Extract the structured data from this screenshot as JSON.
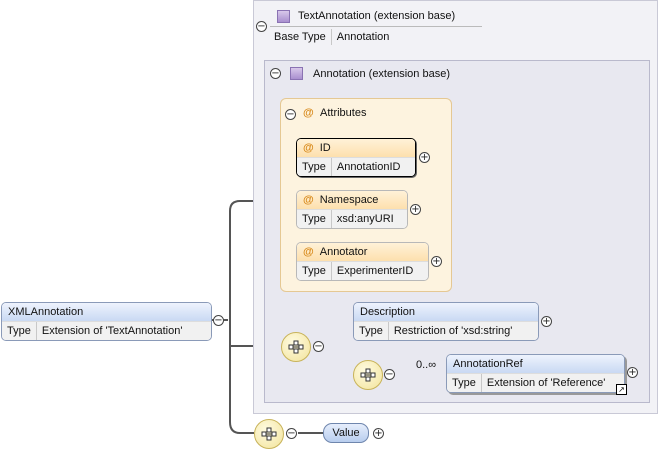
{
  "text_annotation": {
    "title": "TextAnnotation (extension base)",
    "base_type_label": "Base Type",
    "base_type_value": "Annotation"
  },
  "annotation": {
    "title": "Annotation (extension base)"
  },
  "attributes": {
    "title": "Attributes",
    "at_symbol": "@",
    "items": [
      {
        "name": "ID",
        "type_label": "Type",
        "type_value": "AnnotationID"
      },
      {
        "name": "Namespace",
        "type_label": "Type",
        "type_value": "xsd:anyURI"
      },
      {
        "name": "Annotator",
        "type_label": "Type",
        "type_value": "ExperimenterID"
      }
    ]
  },
  "xml_annotation": {
    "name": "XMLAnnotation",
    "type_label": "Type",
    "type_value": "Extension of 'TextAnnotation'"
  },
  "description": {
    "name": "Description",
    "type_label": "Type",
    "type_value": "Restriction of 'xsd:string'"
  },
  "annotation_ref": {
    "name": "AnnotationRef",
    "occurrence": "0..∞",
    "type_label": "Type",
    "type_value": "Extension of 'Reference'"
  },
  "value": {
    "name": "Value"
  },
  "glyphs": {
    "collapse": "−",
    "expand": "+",
    "ref_arrow": "↗"
  },
  "colors": {
    "connector": "#555555",
    "ext_base_bg": "#f2f2f6",
    "attr_group_bg": "#fdf3df",
    "element_header": "#c9d9f3"
  }
}
